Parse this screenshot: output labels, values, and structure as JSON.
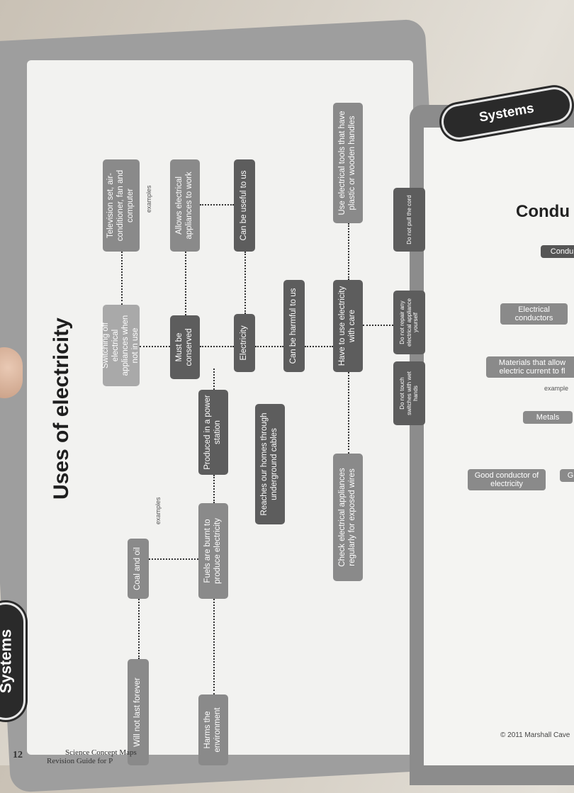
{
  "left_page": {
    "title": "Uses of electricity",
    "tab_label": "Systems",
    "page_number": "12",
    "footer_line1": "Science Concept Maps",
    "footer_line2": "Revision Guide for P",
    "nodes": {
      "electricity": "Electricity",
      "must_be_conserved": "Must be conserved",
      "switching_off": "Switching off electrical appliances when not in use",
      "television": "Television set, air-conditioner, fan and computer",
      "allows_appliances": "Allows electrical appliances to work",
      "useful": "Can be useful to us",
      "harmful": "Can be harmful to us",
      "care": "Have to use electricity with care",
      "tools": "Use electrical tools that have plastic or wooden handles",
      "check_appliances": "Check electrical appliances regularly for exposed wires",
      "produced_station": "Produced in a power station",
      "reaches_homes": "Reaches our homes through underground cables",
      "fuels_burnt": "Fuels are burnt to produce electricity",
      "coal_oil": "Coal and oil",
      "harms_env": "Harms the environment",
      "not_last": "Will not last forever",
      "do_not_touch": "Do not touch switches with wet hands",
      "do_not_repair": "Do not repair any electrical appliance yourself",
      "do_not_pull": "Do not pull the cord"
    },
    "labels": {
      "examples1": "examples",
      "examples2": "examples"
    }
  },
  "right_page": {
    "tab_label": "Systems",
    "heading": "Condu",
    "node_condu": "Condu",
    "node_conductors": "Electrical conductors",
    "node_materials": "Materials that allow electric current to fl",
    "label_example": "example",
    "node_metals": "Metals",
    "node_good": "Good conductor of electricity",
    "node_g": "G",
    "copyright": "© 2011 Marshall Cave"
  },
  "colors": {
    "box": "#8a8a8a",
    "box_dark": "#5d5d5d",
    "tab": "#2a2a2a"
  }
}
